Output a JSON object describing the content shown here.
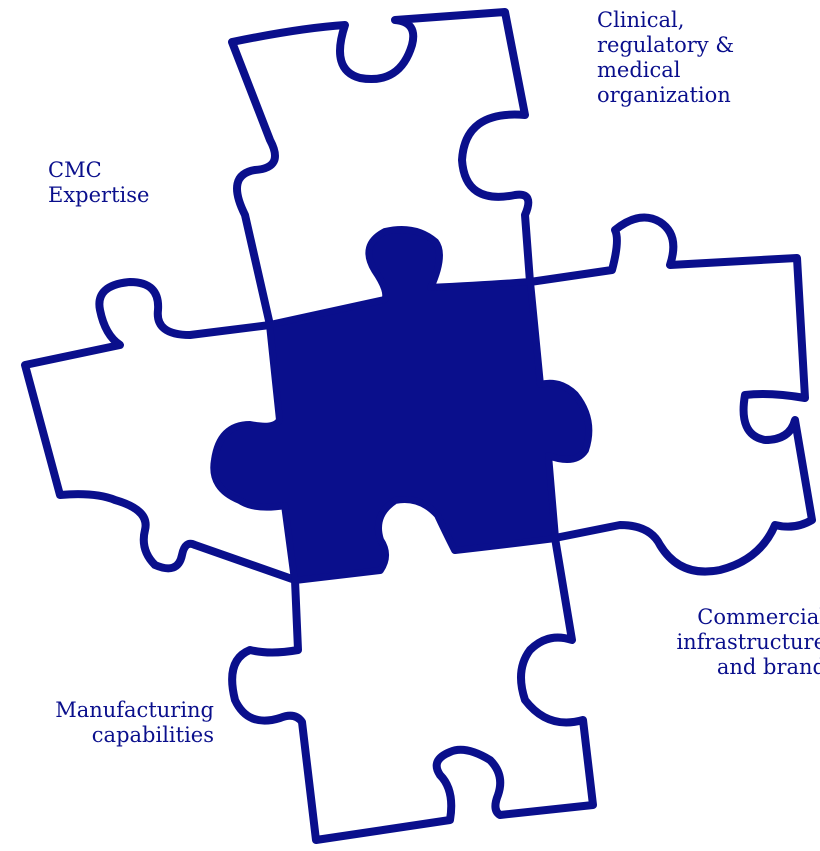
{
  "colors": {
    "primary": "#0a0f8c",
    "background": "#ffffff"
  },
  "pieces": {
    "top": {
      "name": "Clinical, regulatory & medical organization piece"
    },
    "left": {
      "name": "CMC Expertise piece"
    },
    "right": {
      "name": "Commercial infrastructure and brand piece"
    },
    "bottom": {
      "name": "Manufacturing capabilities piece"
    },
    "center": {
      "name": "central filled piece"
    }
  },
  "labels": {
    "clinical": "Clinical,\nregulatory &\nmedical\norganization",
    "cmc": "CMC\nExpertise",
    "commercial": "Commercial\ninfrastructure\nand brand",
    "manufacturing": "Manufacturing\ncapabilities"
  }
}
